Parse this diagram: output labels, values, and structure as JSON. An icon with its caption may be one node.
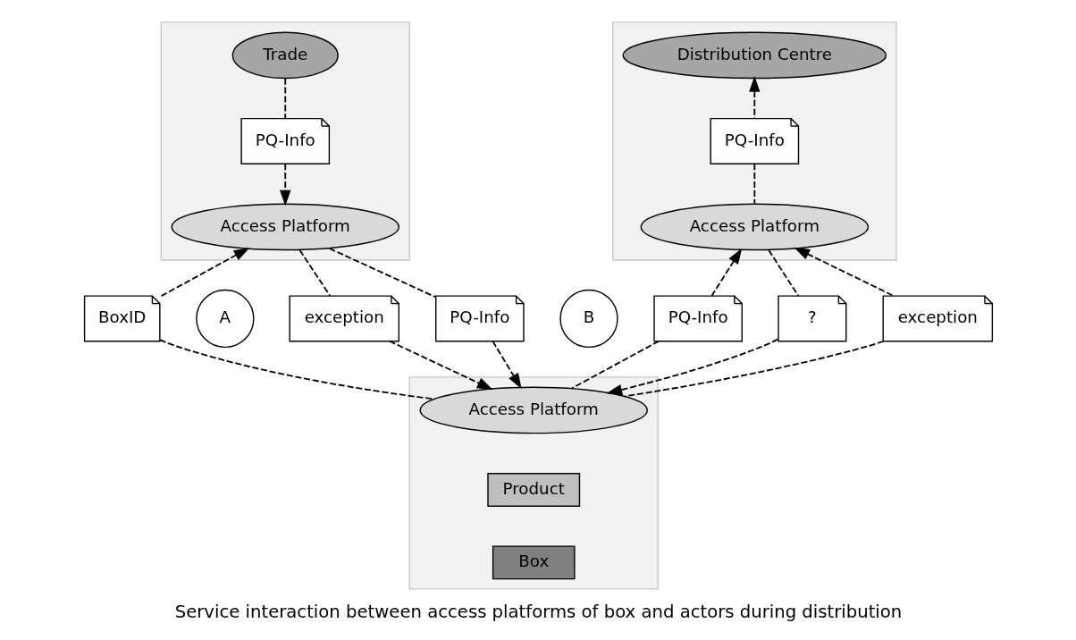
{
  "diagram": {
    "caption": "Service interaction between access platforms of box and actors during distribution",
    "nodes": [
      {
        "text": [],
        "shape": "box"
      },
      {
        "text": [
          "Trade"
        ],
        "in": 0
      },
      {
        "text": [
          "PQ-Info"
        ],
        "in": 0
      },
      {
        "text": [
          "Access Platform"
        ],
        "in": 0
      },
      {
        "text": [],
        "shape": "box"
      },
      {
        "text": [
          "Distribution Centre"
        ],
        "in": 4
      },
      {
        "text": [
          "PQ-Info"
        ],
        "in": 4
      },
      {
        "text": [
          "Access Platform"
        ],
        "in": 4
      },
      {
        "text": [],
        "shape": "box"
      },
      {
        "text": [
          "Access Platform"
        ],
        "in": 8
      },
      {
        "text": [
          "Product"
        ],
        "in": 8
      },
      {
        "text": [
          "Box"
        ],
        "in": 8
      },
      {
        "text": [
          "PQ-Info"
        ]
      },
      {
        "text": [
          "BoxID"
        ]
      },
      {
        "text": [
          "A"
        ]
      },
      {
        "text": [
          "exception"
        ]
      },
      {
        "text": [
          "PQ-Info"
        ]
      },
      {
        "text": [
          "B"
        ]
      },
      {
        "text": [
          "?"
        ]
      },
      {
        "text": [
          "exception"
        ]
      }
    ],
    "edges": [
      {
        "from": 1,
        "to": 2,
        "arrow": "none",
        "style": "dashed"
      },
      {
        "from": 2,
        "to": 3,
        "arrow": "to",
        "style": "dashed"
      },
      {
        "from": 3,
        "to": 12,
        "arrow": "none",
        "style": "dashed"
      },
      {
        "from": 12,
        "to": 9,
        "arrow": "to",
        "style": "dashed"
      },
      {
        "from": 9,
        "to": 13,
        "arrow": "none",
        "style": "dashed"
      },
      {
        "from": 13,
        "to": 3,
        "arrow": "to",
        "style": "dashed"
      },
      {
        "from": 3,
        "to": 15,
        "arrow": "none",
        "style": "dashed"
      },
      {
        "from": 15,
        "to": 9,
        "arrow": "to",
        "style": "dashed"
      },
      {
        "from": 9,
        "to": 16,
        "arrow": "none",
        "style": "dashed"
      },
      {
        "from": 16,
        "to": 7,
        "arrow": "to",
        "style": "dashed"
      },
      {
        "from": 7,
        "to": 18,
        "arrow": "none",
        "style": "dashed"
      },
      {
        "from": 18,
        "to": 9,
        "arrow": "to",
        "style": "dashed"
      },
      {
        "from": 9,
        "to": 19,
        "arrow": "none",
        "style": "dashed"
      },
      {
        "from": 19,
        "to": 7,
        "arrow": "to",
        "style": "dashed"
      },
      {
        "from": 7,
        "to": 6,
        "arrow": "none",
        "style": "dashed"
      },
      {
        "from": 6,
        "to": 5,
        "arrow": "to",
        "style": "dashed"
      }
    ]
  }
}
